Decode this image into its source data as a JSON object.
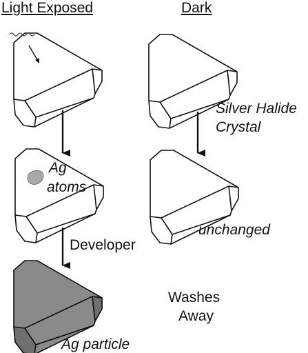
{
  "headings": {
    "light_exposed": "Light Exposed",
    "dark": "Dark"
  },
  "labels": {
    "silver_halide_line1": "Silver Halide",
    "silver_halide_line2": "Crystal",
    "ag_atoms_line1": "Ag",
    "ag_atoms_line2": "atoms",
    "developer": "Developer",
    "unchanged": "unchanged",
    "washes_line1": "Washes",
    "washes_line2": "Away",
    "ag_particle": "Ag particle"
  },
  "colors": {
    "stroke": "#111111",
    "crystal_fill": "#ffffff",
    "developed_fill": "#8a8a8a",
    "developed_side": "#6f6f6f",
    "atom_fill": "#a8a8a8"
  }
}
